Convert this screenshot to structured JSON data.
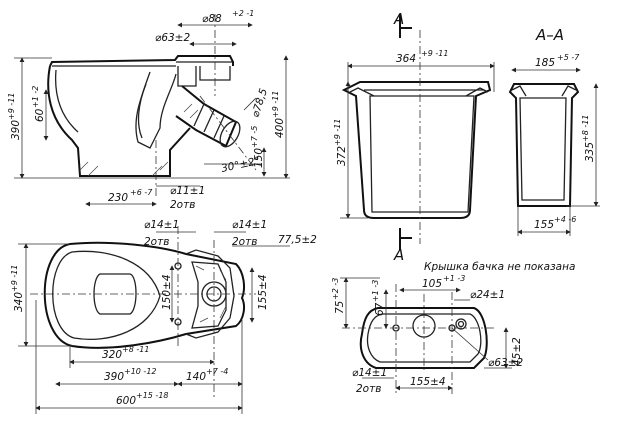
{
  "section": {
    "letter": "A",
    "title": "A–A"
  },
  "note": "Крышка бачка не показана",
  "dims": {
    "d88": "⌀88",
    "d88_tol": "+2 ‑1",
    "d63": "⌀63±2",
    "h390": "390",
    "h390_tol": "+9 ‑11",
    "h60": "60",
    "h60_tol": "+1 ‑2",
    "h400": "400",
    "h400_tol": "+9 ‑11",
    "d78": "⌀78,5",
    "a30": "30°±2°",
    "h150": "150",
    "h150_tol": "+7 ‑5",
    "d11": "⌀11±1",
    "holes2": "2отв",
    "l230": "230",
    "l230_tol": "+6 ‑7",
    "w364": "364",
    "w364_tol": "+9 ‑11",
    "h372": "372",
    "h372_tol": "+9 ‑11",
    "w185": "185",
    "w185_tol": "+5 ‑7",
    "h335": "335",
    "h335_tol": "+8 ‑11",
    "w155t": "155",
    "w155t_tol": "+4 ‑6",
    "d14a": "⌀14±1",
    "d14b": "⌀14±1",
    "d14c": "⌀14±1",
    "holes2a": "2отв",
    "holes2b": "2отв",
    "holes2c": "2отв",
    "w77": "77,5±2",
    "h340": "340",
    "h340_tol": "+9 ‑11",
    "h150b": "150±4",
    "h155": "155±4",
    "l320": "320",
    "l320_tol": "+8 ‑11",
    "l390": "390",
    "l390_tol": "+10 ‑12",
    "l140": "140",
    "l140_tol": "+7 ‑4",
    "l600": "600",
    "l600_tol": "+15 ‑18",
    "h75": "75",
    "h75_tol": "+2 ‑3",
    "h67": "67",
    "h67_tol": "+1 ‑3",
    "w105": "105",
    "w105_tol": "+1 ‑3",
    "d24": "⌀24±1",
    "d63b": "⌀63±2",
    "h45": "45±2",
    "w155c": "155±4"
  }
}
